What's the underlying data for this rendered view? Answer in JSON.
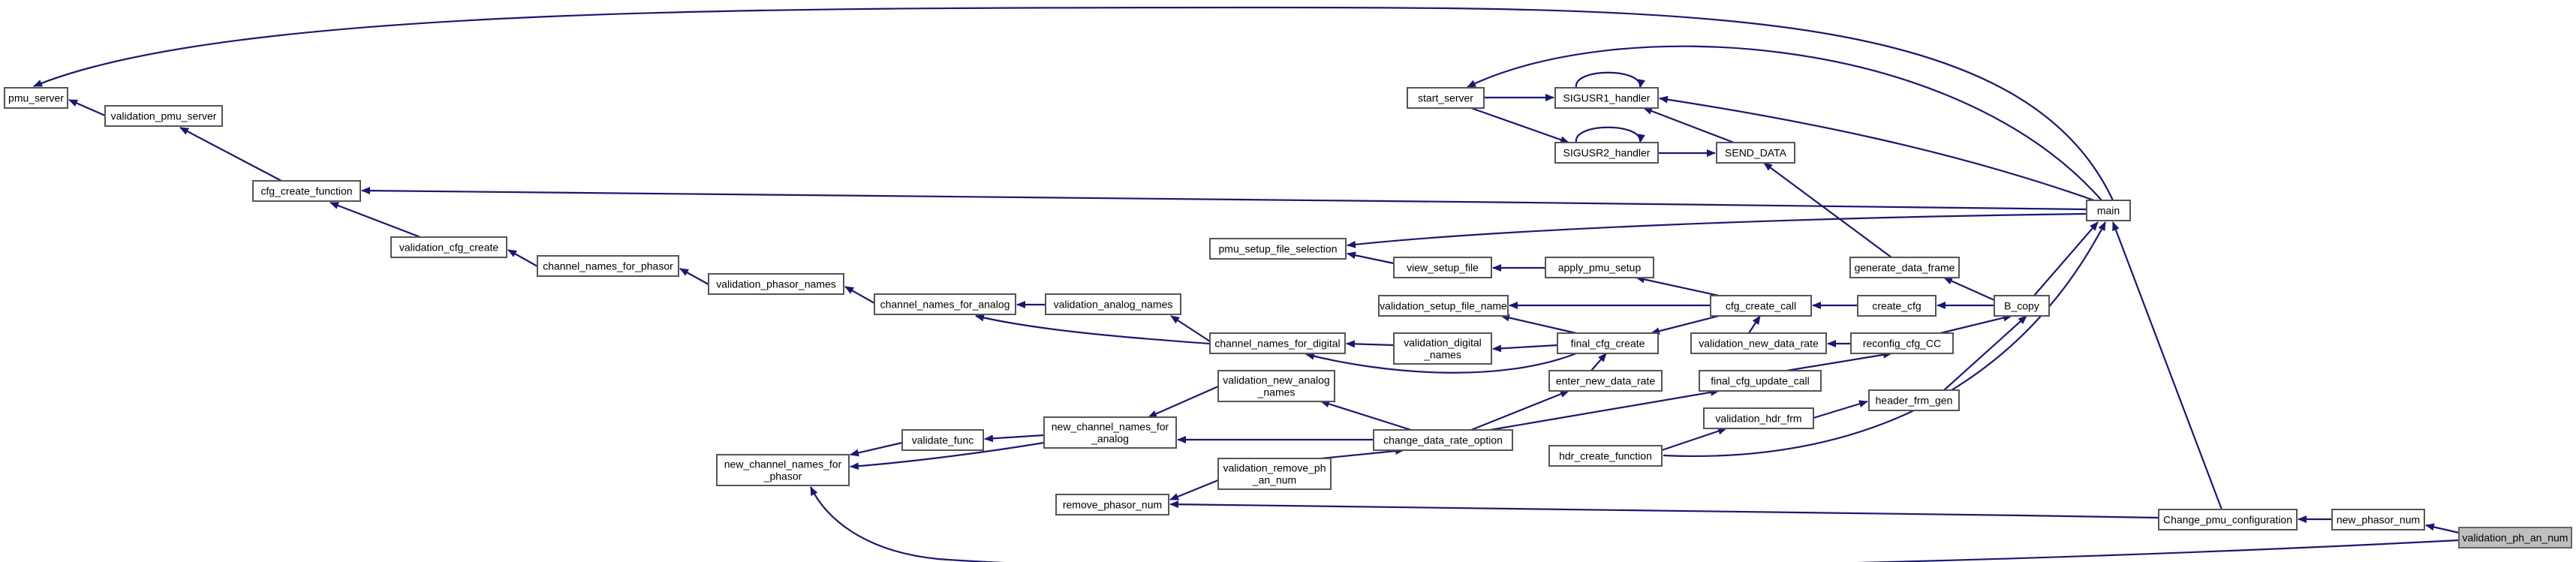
{
  "graph": {
    "nodes": {
      "pmu_server": [
        "pmu_server"
      ],
      "validation_pmu_server": [
        "validation_pmu_server"
      ],
      "cfg_create_function": [
        "cfg_create_function"
      ],
      "validation_cfg_create": [
        "validation_cfg_create"
      ],
      "channel_names_for_phasor": [
        "channel_names_for_phasor"
      ],
      "validation_phasor_names": [
        "validation_phasor_names"
      ],
      "channel_names_for_analog": [
        "channel_names_for_analog"
      ],
      "validation_analog_names": [
        "validation_analog_names"
      ],
      "channel_names_for_digital": [
        "channel_names_for_digital"
      ],
      "validation_digital_names": [
        "validation_digital",
        "_names"
      ],
      "start_server": [
        "start_server"
      ],
      "SIGUSR1_handler": [
        "SIGUSR1_handler"
      ],
      "SIGUSR2_handler": [
        "SIGUSR2_handler"
      ],
      "SEND_DATA": [
        "SEND_DATA"
      ],
      "pmu_setup_file_selection": [
        "pmu_setup_file_selection"
      ],
      "view_setup_file": [
        "view_setup_file"
      ],
      "apply_pmu_setup": [
        "apply_pmu_setup"
      ],
      "validation_setup_file_name": [
        "validation_setup_file_name"
      ],
      "final_cfg_create": [
        "final_cfg_create"
      ],
      "cfg_create_call": [
        "cfg_create_call"
      ],
      "create_cfg": [
        "create_cfg"
      ],
      "generate_data_frame": [
        "generate_data_frame"
      ],
      "B_copy": [
        "B_copy"
      ],
      "main": [
        "main"
      ],
      "validation_new_data_rate": [
        "validation_new_data_rate"
      ],
      "reconfig_cfg_CC": [
        "reconfig_cfg_CC"
      ],
      "enter_new_data_rate": [
        "enter_new_data_rate"
      ],
      "final_cfg_update_call": [
        "final_cfg_update_call"
      ],
      "header_frm_gen": [
        "header_frm_gen"
      ],
      "validation_hdr_frm": [
        "validation_hdr_frm"
      ],
      "hdr_create_function": [
        "hdr_create_function"
      ],
      "validation_new_analog_names": [
        "validation_new_analog",
        "_names"
      ],
      "validate_func": [
        "validate_func"
      ],
      "new_channel_names_for_analog": [
        "new_channel_names_for",
        "_analog"
      ],
      "change_data_rate_option": [
        "change_data_rate_option"
      ],
      "new_channel_names_for_phasor": [
        "new_channel_names_for",
        "_phasor"
      ],
      "validation_remove_ph_an_num": [
        "validation_remove_ph",
        "_an_num"
      ],
      "remove_phasor_num": [
        "remove_phasor_num"
      ],
      "Change_pmu_configuration": [
        "Change_pmu_configuration"
      ],
      "new_phasor_num": [
        "new_phasor_num"
      ],
      "validation_ph_an_num": [
        "validation_ph_an_num"
      ]
    },
    "root": "validation_ph_an_num",
    "colors": {
      "edge": "#191970",
      "node_border": "#555555",
      "root_fill": "#bfbfbf"
    }
  }
}
